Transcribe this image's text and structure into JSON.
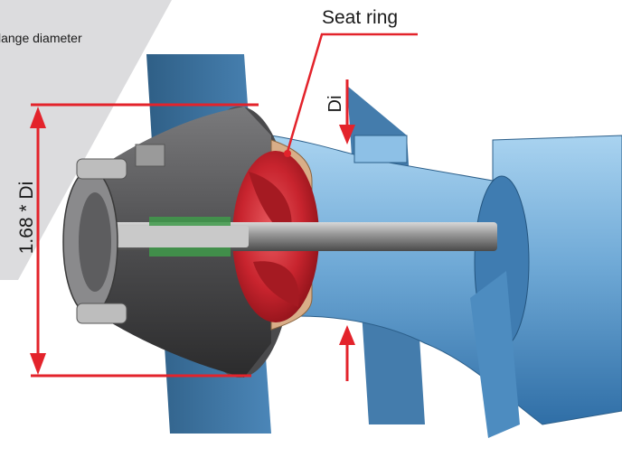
{
  "labels": {
    "flange_diameter": "lange diameter",
    "seat_ring": "Seat ring",
    "inner_diameter": "Di",
    "outer_dimension": "1.68 * Di"
  },
  "colors": {
    "annotation_red": "#e3232b",
    "corner_gray": "#dcdcde",
    "hydraulic_blue": "#7eb6dd",
    "runner_red": "#c8242e",
    "casing_gray": "#5a5a5c"
  }
}
